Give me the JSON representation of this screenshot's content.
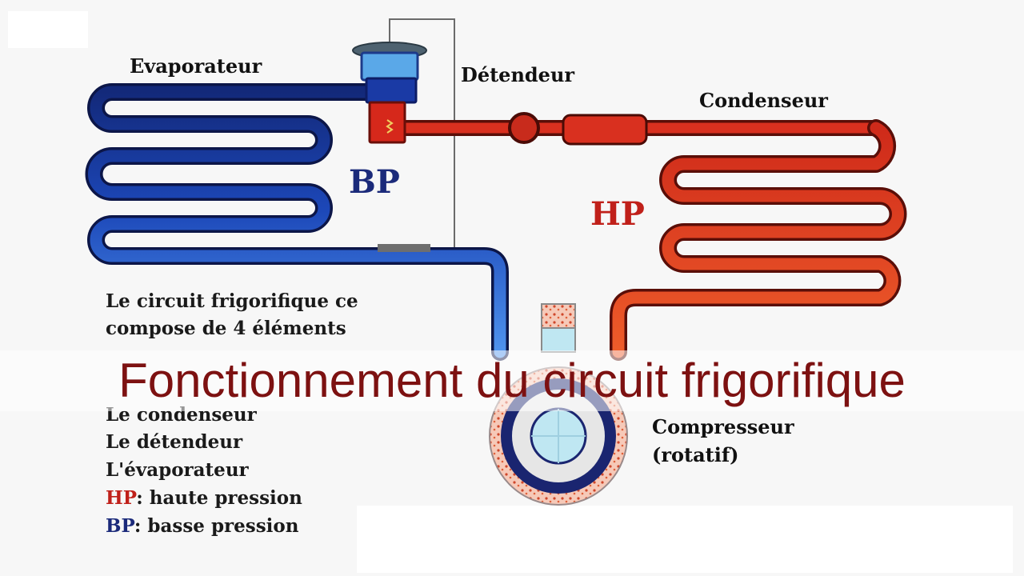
{
  "labels": {
    "evaporateur": "Evaporateur",
    "detendeur": "Détendeur",
    "condenseur": "Condenseur",
    "bp": "BP",
    "hp": "HP",
    "compresseur_line1": "Compresseur",
    "compresseur_line2": "(rotatif)"
  },
  "description": {
    "line1": "Le circuit frigorifique ce",
    "line2": "compose de 4 éléments",
    "line3": "Le condenseur",
    "line4": "Le détendeur",
    "line5": "L'évaporateur",
    "hp_abbr": "HP",
    "hp_text": ": haute pression",
    "bp_abbr": "BP",
    "bp_text": ": basse pression"
  },
  "title": "Fonctionnement du circuit frigorifique",
  "colors": {
    "low_pressure_dark": "#1b2f8c",
    "low_pressure_light": "#3f7fe0",
    "high_pressure": "#d6301e",
    "high_pressure_light": "#ec5a2a",
    "title": "#7d1111",
    "hp_label": "#c0201a",
    "bp_label": "#1b2a7a"
  }
}
